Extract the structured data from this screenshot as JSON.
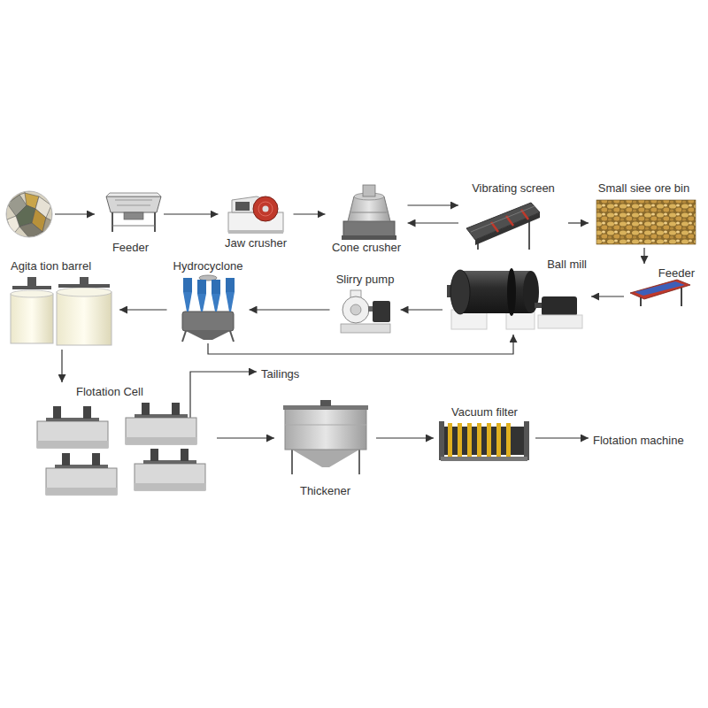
{
  "diagram": {
    "nodes": [
      {
        "text": [
          "Feeder"
        ]
      },
      {
        "text": [
          "Jaw crusher"
        ]
      },
      {
        "text": [
          "Cone crusher"
        ]
      },
      {
        "text": [
          "Vibrating screen"
        ]
      },
      {
        "text": [
          "Small siee ore bin"
        ]
      },
      {
        "text": [
          "Agita tion barrel"
        ]
      },
      {
        "text": [
          "Hydrocyclone"
        ]
      },
      {
        "text": [
          "Slirry pump"
        ]
      },
      {
        "text": [
          "Ball mill"
        ]
      },
      {
        "text": [
          "Feeder"
        ]
      },
      {
        "text": [
          "Flotation Cell"
        ]
      },
      {
        "text": [
          "Tailings"
        ]
      },
      {
        "text": [
          "Thickener"
        ]
      },
      {
        "text": [
          "Vacuum filter"
        ]
      },
      {
        "text": [
          "Flotation machine"
        ]
      }
    ],
    "edges": [
      {
        "from": 0,
        "to": 1,
        "arrow": "to"
      },
      {
        "from": 1,
        "to": 2,
        "arrow": "to"
      },
      {
        "from": 2,
        "to": 3,
        "arrow": "to"
      },
      {
        "from": 3,
        "to": 2,
        "arrow": "to"
      },
      {
        "from": 3,
        "to": 4,
        "arrow": "to"
      },
      {
        "from": 4,
        "to": 9,
        "arrow": "to"
      },
      {
        "from": 9,
        "to": 8,
        "arrow": "to"
      },
      {
        "from": 8,
        "to": 7,
        "arrow": "to"
      },
      {
        "from": 7,
        "to": 6,
        "arrow": "to"
      },
      {
        "from": 6,
        "to": 5,
        "arrow": "to"
      },
      {
        "from": 6,
        "to": 8,
        "arrow": "to"
      },
      {
        "from": 5,
        "to": 10,
        "arrow": "to"
      },
      {
        "from": 10,
        "to": 11,
        "arrow": "to"
      },
      {
        "from": 10,
        "to": 12,
        "arrow": "to"
      },
      {
        "from": 12,
        "to": 13,
        "arrow": "to"
      },
      {
        "from": 13,
        "to": 14,
        "arrow": "to"
      }
    ]
  }
}
